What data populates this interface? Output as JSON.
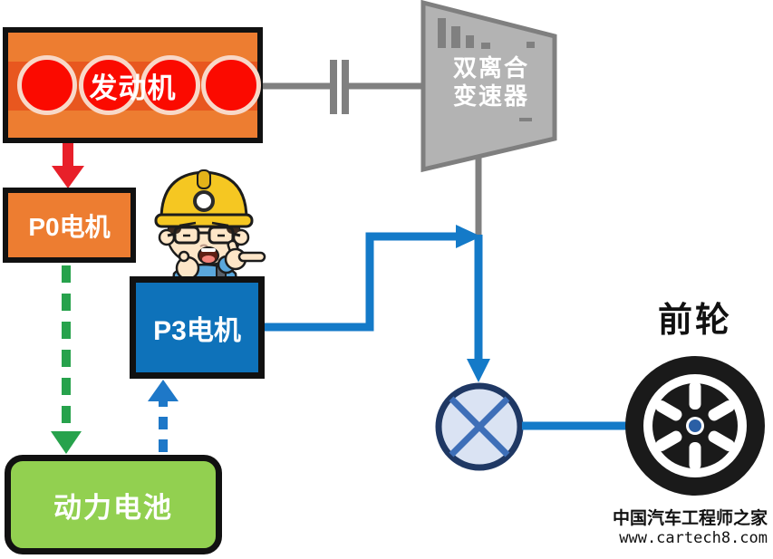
{
  "nodes": {
    "engine": {
      "label": "发动机"
    },
    "p0_motor": {
      "label": "P0电机"
    },
    "p3_motor": {
      "label": "P3电机"
    },
    "battery": {
      "label": "动力电池"
    },
    "transmission": {
      "label_line1": "双离合",
      "label_line2": "变速器"
    },
    "front_wheel": {
      "label": "前轮"
    }
  },
  "watermark": {
    "site_name": "中国汽车工程师之家",
    "site_url": "www.cartech8.com"
  },
  "connections": [
    {
      "from": "engine",
      "to": "transmission",
      "style": "gray-shaft-with-clutch"
    },
    {
      "from": "engine",
      "to": "p0_motor",
      "style": "red-solid-arrow"
    },
    {
      "from": "p0_motor",
      "to": "battery",
      "style": "green-dashed-arrow"
    },
    {
      "from": "battery",
      "to": "p3_motor",
      "style": "blue-dashed-arrow"
    },
    {
      "from": "p3_motor",
      "to": "driveline",
      "style": "blue-solid-arrow"
    },
    {
      "from": "transmission",
      "to": "coupling",
      "style": "blue-solid-arrow"
    },
    {
      "from": "coupling",
      "to": "front_wheel",
      "style": "blue-solid-line"
    }
  ],
  "icons": {
    "cylinders": "engine-cylinders-icon",
    "clutch": "clutch-icon",
    "gear_bars": "gearbox-bars-icon",
    "coupling": "power-coupling-icon",
    "wheel": "wheel-icon",
    "mascot": "engineer-mascot-icon"
  },
  "colors": {
    "engine_orange": "#ED7D31",
    "engine_band": "#E8571F",
    "cylinder_red": "#FB0A00",
    "cylinder_ring": "#F8D8C8",
    "arrow_red": "#E8202A",
    "dash_green": "#27A24C",
    "dash_blue": "#1E78C8",
    "line_blue": "#147AC8",
    "p3_blue": "#0E72BA",
    "battery_green": "#92D050",
    "trans_fill": "#B3B3B3",
    "trans_stroke": "#7F7F7F",
    "shaft_gray": "#808080",
    "coupling_fill": "#DAE3F3",
    "coupling_stroke": "#1F3864",
    "coupling_x": "#3E6FB8",
    "wheel_black": "#1A1A1A"
  }
}
